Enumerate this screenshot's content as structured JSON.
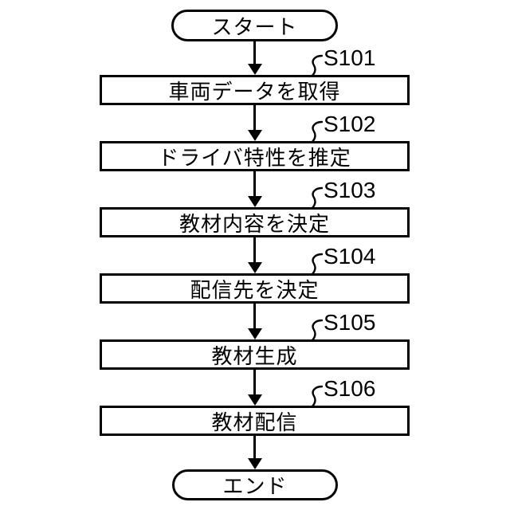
{
  "flowchart": {
    "start_label": "スタート",
    "end_label": "エンド",
    "steps": [
      {
        "id": "S101",
        "label": "車両データを取得"
      },
      {
        "id": "S102",
        "label": "ドライバ特性を推定"
      },
      {
        "id": "S103",
        "label": "教材内容を決定"
      },
      {
        "id": "S104",
        "label": "配信先を決定"
      },
      {
        "id": "S105",
        "label": "教材生成"
      },
      {
        "id": "S106",
        "label": "教材配信"
      }
    ],
    "colors": {
      "line": "#000000",
      "background": "#ffffff",
      "box_fill": "#ffffff"
    }
  }
}
